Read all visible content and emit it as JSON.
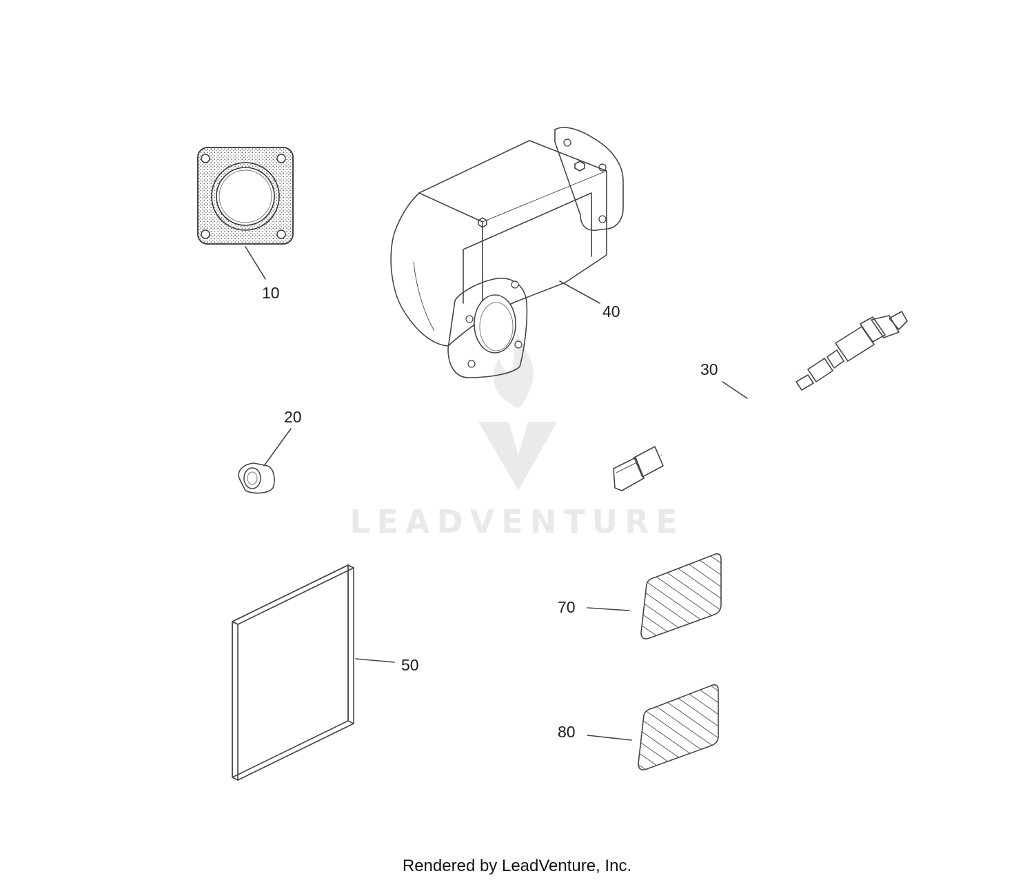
{
  "callouts": [
    "10",
    "20",
    "30",
    "40",
    "50",
    "70",
    "80"
  ],
  "watermark": {
    "text": "LEADVENTURE"
  },
  "footer": {
    "text": "Rendered by LeadVenture, Inc."
  }
}
